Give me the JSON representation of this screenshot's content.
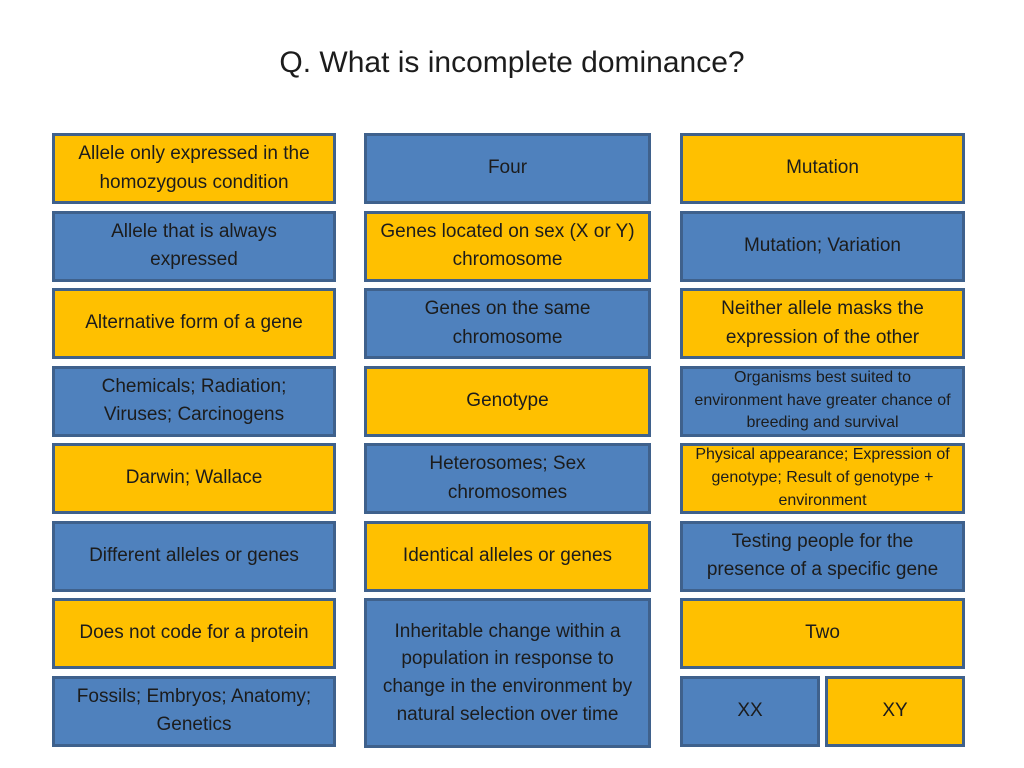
{
  "slide": {
    "title": "Q. What is incomplete dominance?"
  },
  "colors": {
    "yellow_fill": "#ffc000",
    "blue_fill": "#4f81bd",
    "box_border": "#3f618c",
    "text": "#1c1c1c",
    "background": "#ffffff"
  },
  "columns": [
    {
      "boxes": [
        {
          "label": "Allele only expressed in the homozygous condition",
          "color": "yellow"
        },
        {
          "label": "Allele that is always expressed",
          "color": "blue"
        },
        {
          "label": "Alternative form of a gene",
          "color": "yellow"
        },
        {
          "label": "Chemicals; Radiation; Viruses; Carcinogens",
          "color": "blue"
        },
        {
          "label": "Darwin; Wallace",
          "color": "yellow"
        },
        {
          "label": "Different alleles or genes",
          "color": "blue"
        },
        {
          "label": "Does not code for a protein",
          "color": "yellow"
        },
        {
          "label": "Fossils; Embryos; Anatomy; Genetics",
          "color": "blue"
        }
      ]
    },
    {
      "boxes": [
        {
          "label": "Four",
          "color": "blue"
        },
        {
          "label": "Genes located on sex (X or Y) chromosome",
          "color": "yellow"
        },
        {
          "label": "Genes on the same chromosome",
          "color": "blue"
        },
        {
          "label": "Genotype",
          "color": "yellow"
        },
        {
          "label": "Heterosomes; Sex chromosomes",
          "color": "blue"
        },
        {
          "label": "Identical alleles or genes",
          "color": "yellow"
        },
        {
          "label": "Inheritable change within a population in response to change in the environment by natural selection over time",
          "color": "blue",
          "tall": true
        }
      ]
    },
    {
      "boxes": [
        {
          "label": "Mutation",
          "color": "yellow"
        },
        {
          "label": "Mutation; Variation",
          "color": "blue"
        },
        {
          "label": "Neither allele masks the expression of the other",
          "color": "yellow"
        },
        {
          "label": "Organisms best suited to environment have greater chance of breeding and survival",
          "color": "blue",
          "size": "small"
        },
        {
          "label": "Physical appearance; Expression of genotype; Result of genotype + environment",
          "color": "yellow",
          "size": "small"
        },
        {
          "label": "Testing people for the presence of a specific gene",
          "color": "blue"
        },
        {
          "label": "Two",
          "color": "yellow"
        },
        {
          "split": [
            {
              "label": "XX",
              "color": "blue"
            },
            {
              "label": "XY",
              "color": "yellow"
            }
          ]
        }
      ]
    }
  ]
}
